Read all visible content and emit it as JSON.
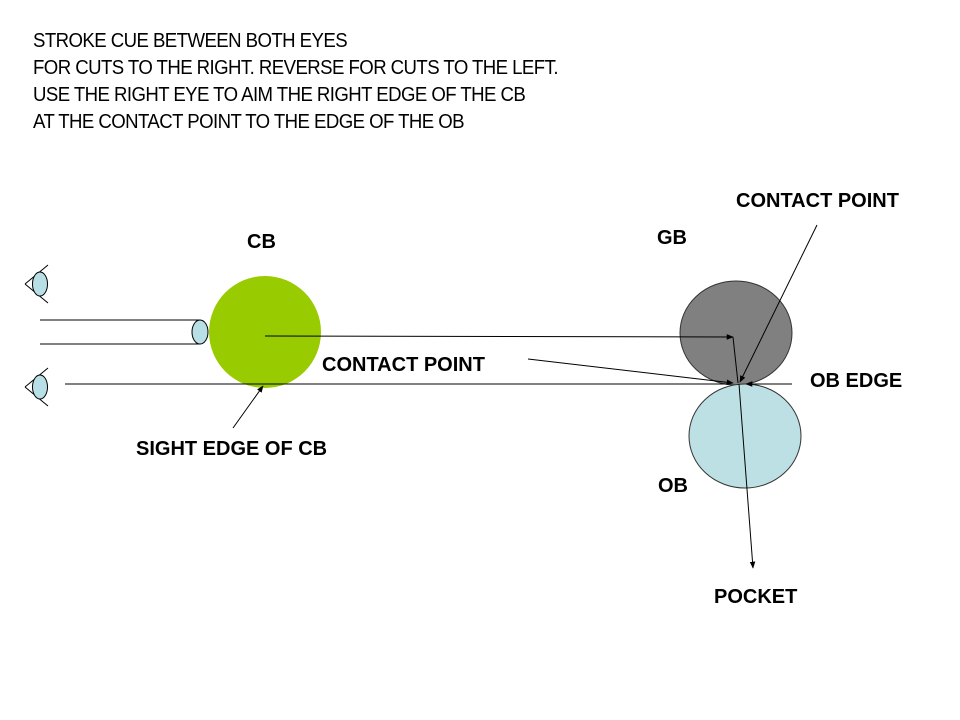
{
  "instructions": [
    "STROKE CUE BETWEEN BOTH EYES",
    "FOR CUTS TO THE RIGHT. REVERSE FOR CUTS TO THE LEFT.",
    "USE THE RIGHT EYE TO AIM THE RIGHT EDGE OF THE CB",
    "AT THE CONTACT POINT TO THE EDGE OF THE OB"
  ],
  "labels": {
    "cb": "CB",
    "gb": "GB",
    "ob": "OB",
    "contact_point_top": "CONTACT POINT",
    "contact_point_mid": "CONTACT POINT",
    "ob_edge": "OB EDGE",
    "sight_edge": "SIGHT EDGE OF CB",
    "pocket": "POCKET"
  },
  "colors": {
    "cue_ball": "#99cc00",
    "ghost_ball": "#808080",
    "object_ball": "#bde0e4",
    "eye": "#b8dfe6"
  }
}
